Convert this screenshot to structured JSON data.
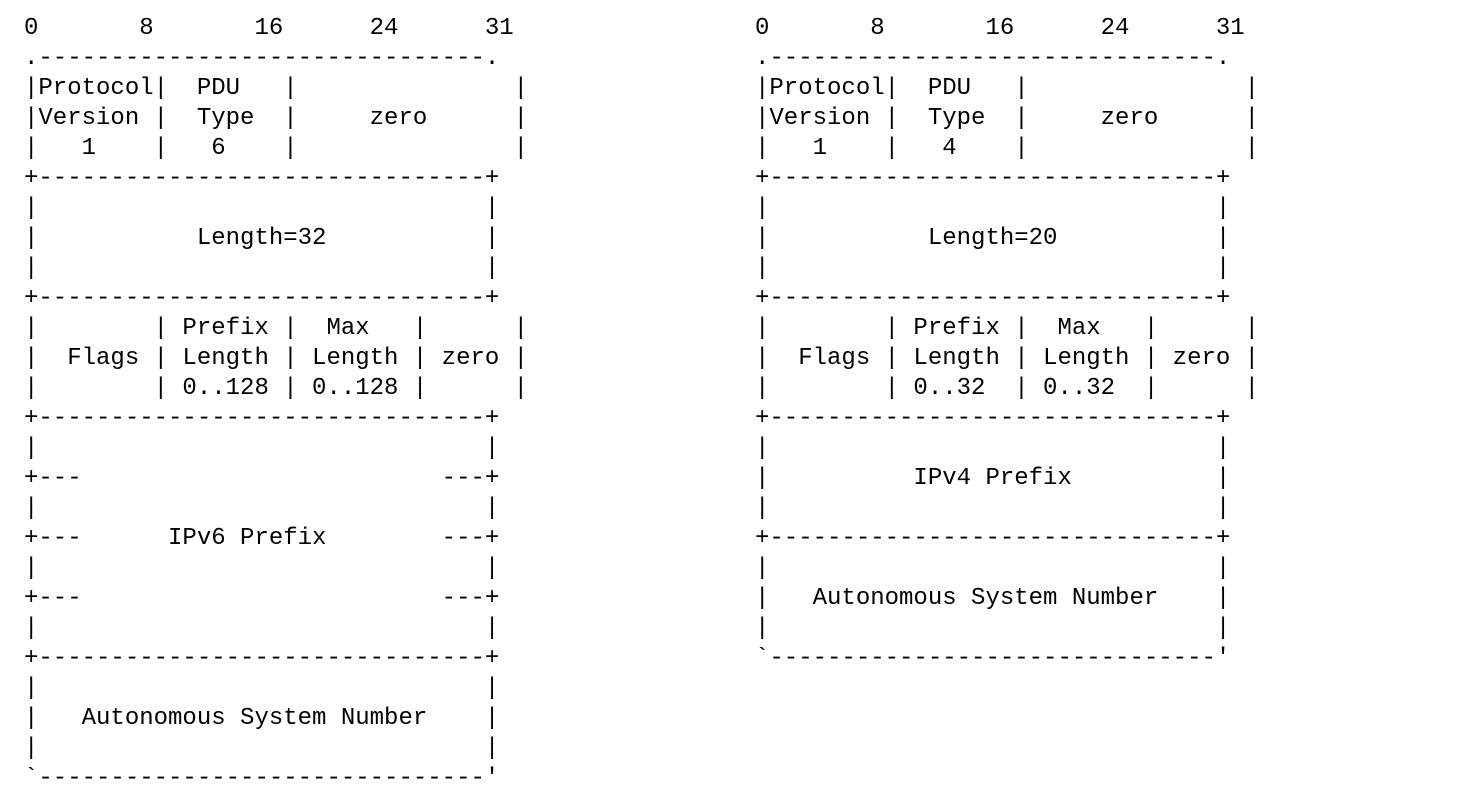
{
  "diagrams": [
    {
      "lines": [
        "0       8       16      24      31",
        ".-------------------------------.",
        "|Protocol|  PDU   |               |",
        "|Version |  Type  |     zero      |",
        "|   1    |   6    |               |",
        "+-------------------------------+",
        "|                               |",
        "|           Length=32           |",
        "|                               |",
        "+-------------------------------+",
        "|        | Prefix |  Max   |      |",
        "|  Flags | Length | Length | zero |",
        "|        | 0..128 | 0..128 |      |",
        "+-------------------------------+",
        "|                               |",
        "+---                         ---+",
        "|                               |",
        "+---      IPv6 Prefix        ---+",
        "|                               |",
        "+---                         ---+",
        "|                               |",
        "+-------------------------------+",
        "|                               |",
        "|   Autonomous System Number    |",
        "|                               |",
        "`-------------------------------'"
      ]
    },
    {
      "lines": [
        "0       8       16      24      31",
        ".-------------------------------.",
        "|Protocol|  PDU   |               |",
        "|Version |  Type  |     zero      |",
        "|   1    |   4    |               |",
        "+-------------------------------+",
        "|                               |",
        "|           Length=20           |",
        "|                               |",
        "+-------------------------------+",
        "|        | Prefix |  Max   |      |",
        "|  Flags | Length | Length | zero |",
        "|        | 0..32  | 0..32  |      |",
        "+-------------------------------+",
        "|                               |",
        "|          IPv4 Prefix          |",
        "|                               |",
        "+-------------------------------+",
        "|                               |",
        "|   Autonomous System Number    |",
        "|                               |",
        "`-------------------------------'"
      ]
    }
  ]
}
